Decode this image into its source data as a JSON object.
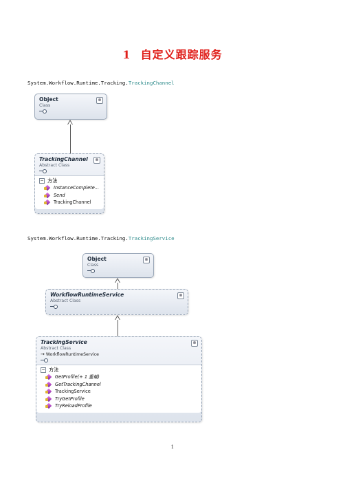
{
  "heading": {
    "number": "1",
    "text": "自定义跟踪服务"
  },
  "diagrams": [
    {
      "namespace_prefix": "System.Workflow.Runtime.Tracking.",
      "namespace_class": "TrackingChannel",
      "base": {
        "name": "Object",
        "kind": "Class",
        "toggle": "⊗"
      },
      "derived": {
        "name": "TrackingChannel",
        "kind": "Abstract Class",
        "toggle": "⊗",
        "section": "方法",
        "methods": [
          "InstanceComplete...",
          "Send",
          "TrackingChannel"
        ]
      }
    },
    {
      "namespace_prefix": "System.Workflow.Runtime.Tracking.",
      "namespace_class": "TrackingService",
      "base": {
        "name": "Object",
        "kind": "Class",
        "toggle": "⊗"
      },
      "middle": {
        "name": "WorkflowRuntimeService",
        "kind": "Abstract Class",
        "toggle": "⊗"
      },
      "derived": {
        "name": "TrackingService",
        "kind": "Abstract Class",
        "toggle": "⊗",
        "base_ref": "WorkflowRuntimeService",
        "section": "方法",
        "methods": [
          "GetProfile(+ 1 重载)",
          "GetTrackingChannel",
          "TrackingService",
          "TryGetProfile",
          "TryReloadProfile"
        ]
      }
    }
  ],
  "page_number": "1"
}
